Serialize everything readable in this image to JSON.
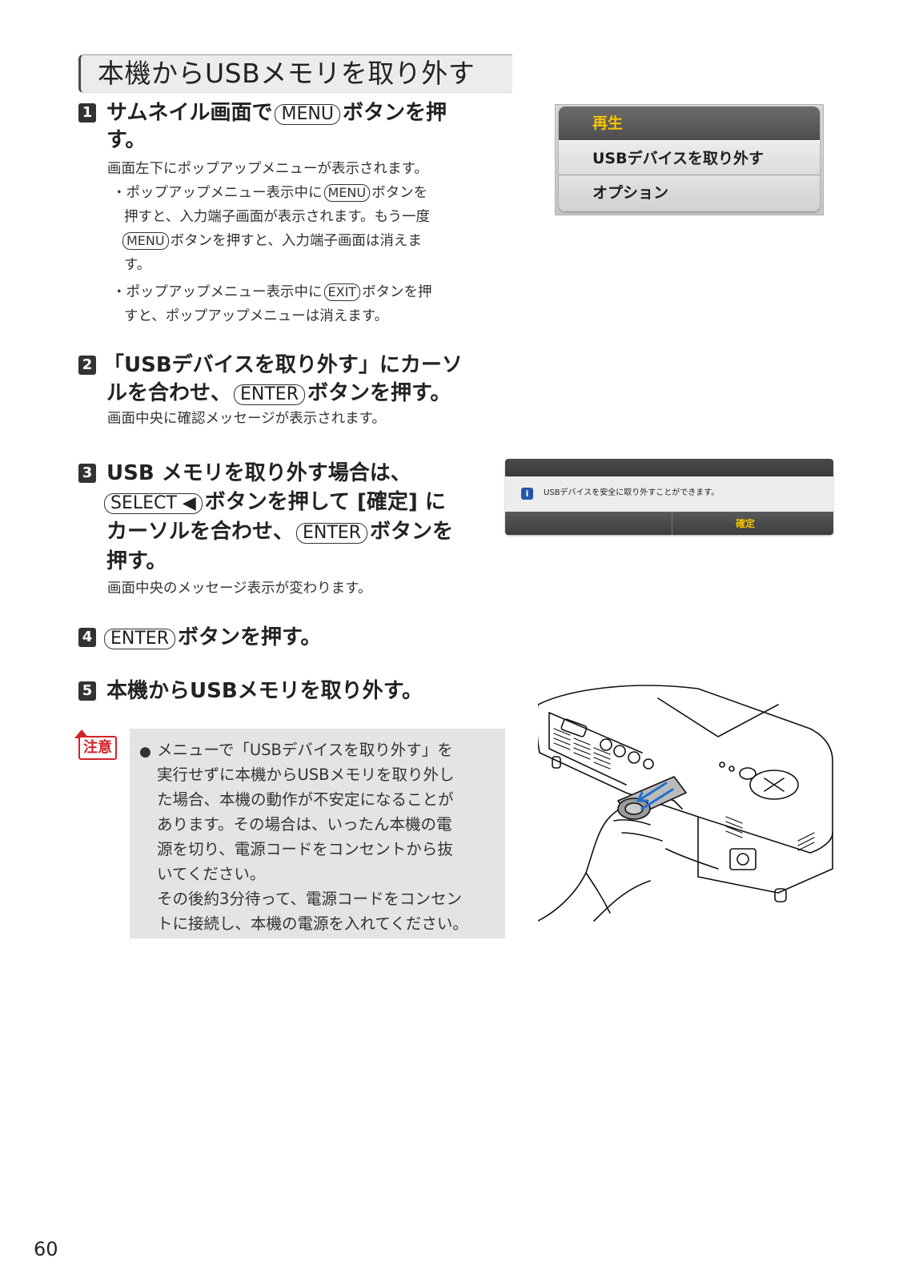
{
  "title": "本機からUSBメモリを取り外す",
  "steps": {
    "s1": {
      "num": "1",
      "head_a": "サムネイル画面で",
      "key": "MENU",
      "head_b": "ボタンを押",
      "head_c": "す。",
      "desc": "画面左下にポップアップメニューが表示されます。",
      "b1_l1a": "・ポップアップメニュー表示中に",
      "b1_key": "MENU",
      "b1_l1b": "ボタンを",
      "b1_l2": "押すと、入力端子画面が表示されます。もう一度",
      "b1_key2": "MENU",
      "b1_l3": "ボタンを押すと、入力端子画面は消えま",
      "b1_l4": "す。",
      "b2_l1a": "・ポップアップメニュー表示中に",
      "b2_key": "EXIT",
      "b2_l1b": "ボタンを押",
      "b2_l2": "すと、ポップアップメニューは消えます。"
    },
    "s2": {
      "num": "2",
      "head_a": "「USBデバイスを取り外す」にカーソ",
      "head_b": "ルを合わせ、",
      "key": "ENTER",
      "head_c": "ボタンを押す。",
      "desc": "画面中央に確認メッセージが表示されます。"
    },
    "s3": {
      "num": "3",
      "head_a": "USB メモリを取り外す場合は、",
      "key": "SELECT ◀",
      "head_b": "ボタンを押して [確定] に",
      "head_c": "カーソルを合わせ、",
      "key2": "ENTER",
      "head_d": "ボタンを",
      "head_e": "押す。",
      "desc": "画面中央のメッセージ表示が変わります。"
    },
    "s4": {
      "num": "4",
      "key": "ENTER",
      "head": "ボタンを押す。"
    },
    "s5": {
      "num": "5",
      "head": "本機からUSBメモリを取り外す。"
    }
  },
  "menu": {
    "items": [
      "再生",
      "USBデバイスを取り外す",
      "オプション"
    ],
    "selected_color": "#f5c400"
  },
  "dialog": {
    "icon": "i",
    "message": "USBデバイスを安全に取り外すことができます。",
    "ok": "確定"
  },
  "caution": {
    "icon_label": "注意",
    "bullet": "●",
    "lines": [
      "メニューで「USBデバイスを取り外す」を",
      "実行せずに本機からUSBメモリを取り外し",
      "た場合、本機の動作が不安定になることが",
      "あります。その場合は、いったん本機の電",
      "源を切り、電源コードをコンセントから抜",
      "いてください。",
      "その後約3分待って、電源コードをコンセン",
      "トに接続し、本機の電源を入れてください。"
    ]
  },
  "page_number": "60"
}
